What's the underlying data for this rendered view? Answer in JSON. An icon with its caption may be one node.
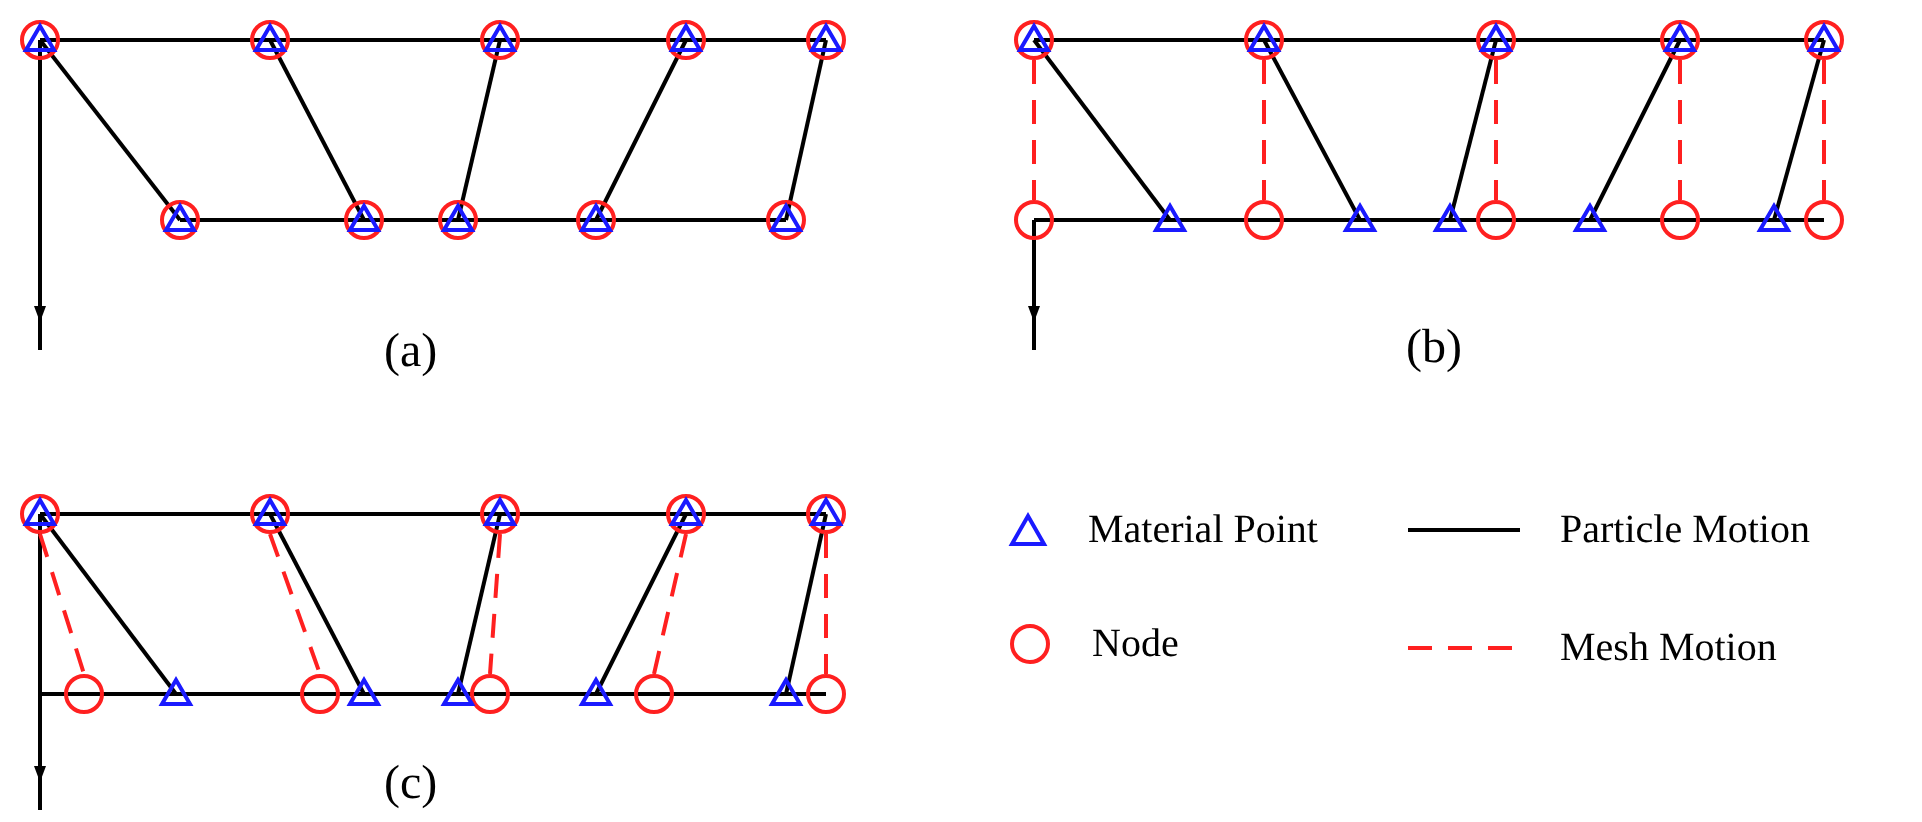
{
  "diagram": {
    "labels": [
      "(a)",
      "(b)",
      "(c)"
    ],
    "legend": [
      {
        "text": "Material Point"
      },
      {
        "text": "Node"
      },
      {
        "text": "Particle Motion"
      },
      {
        "text": "Mesh Motion"
      }
    ]
  }
}
